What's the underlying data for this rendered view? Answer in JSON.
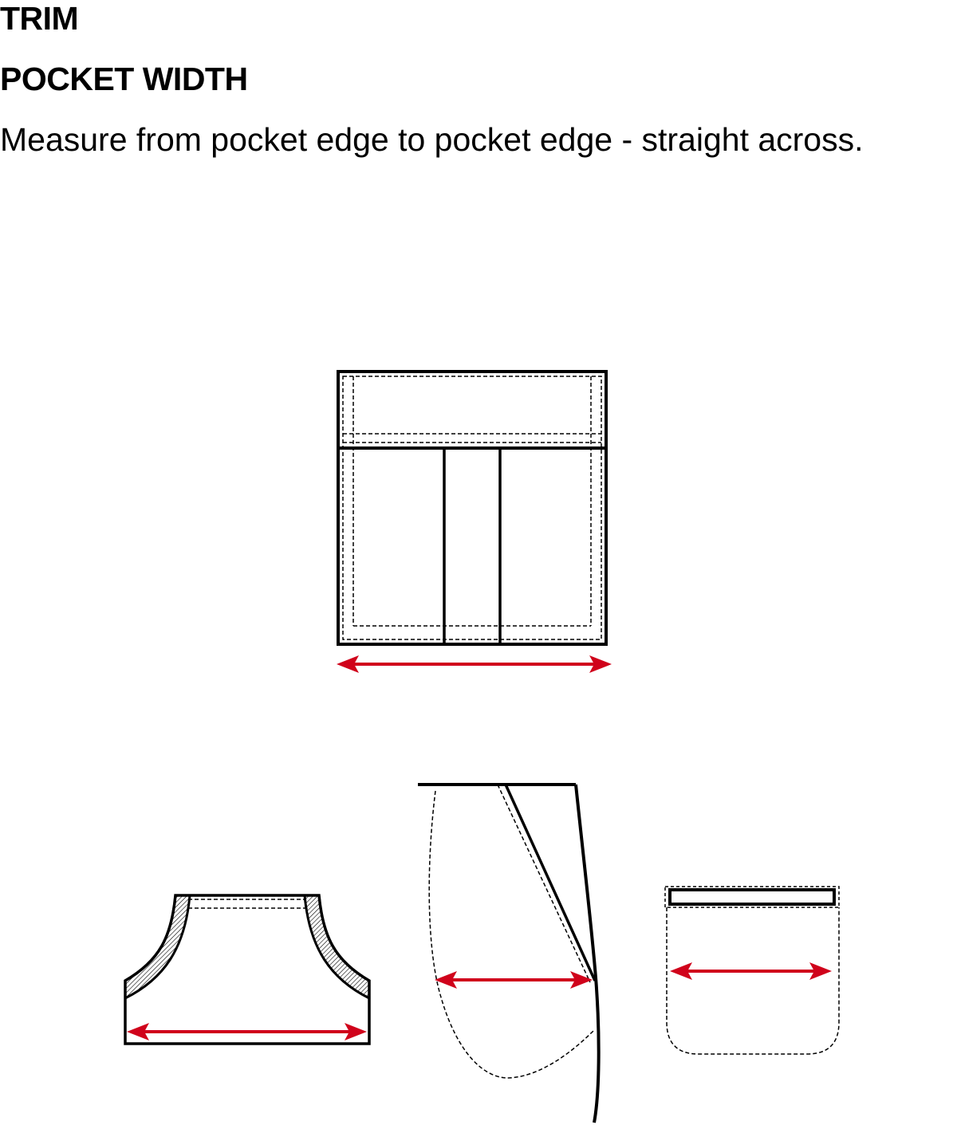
{
  "header": {
    "section_label": "TRIM",
    "title": "POCKET WIDTH",
    "instruction": "Measure from pocket edge to pocket edge - straight across."
  },
  "colors": {
    "measurement_arrow": "#d0021b",
    "outline": "#000000",
    "background": "#ffffff"
  },
  "illustrations": [
    "patch-pocket-with-flap-and-pen-slot",
    "front-scoop-pocket-with-bound-edges",
    "slant-side-pocket-bag",
    "welt-patch-pocket-rounded"
  ]
}
